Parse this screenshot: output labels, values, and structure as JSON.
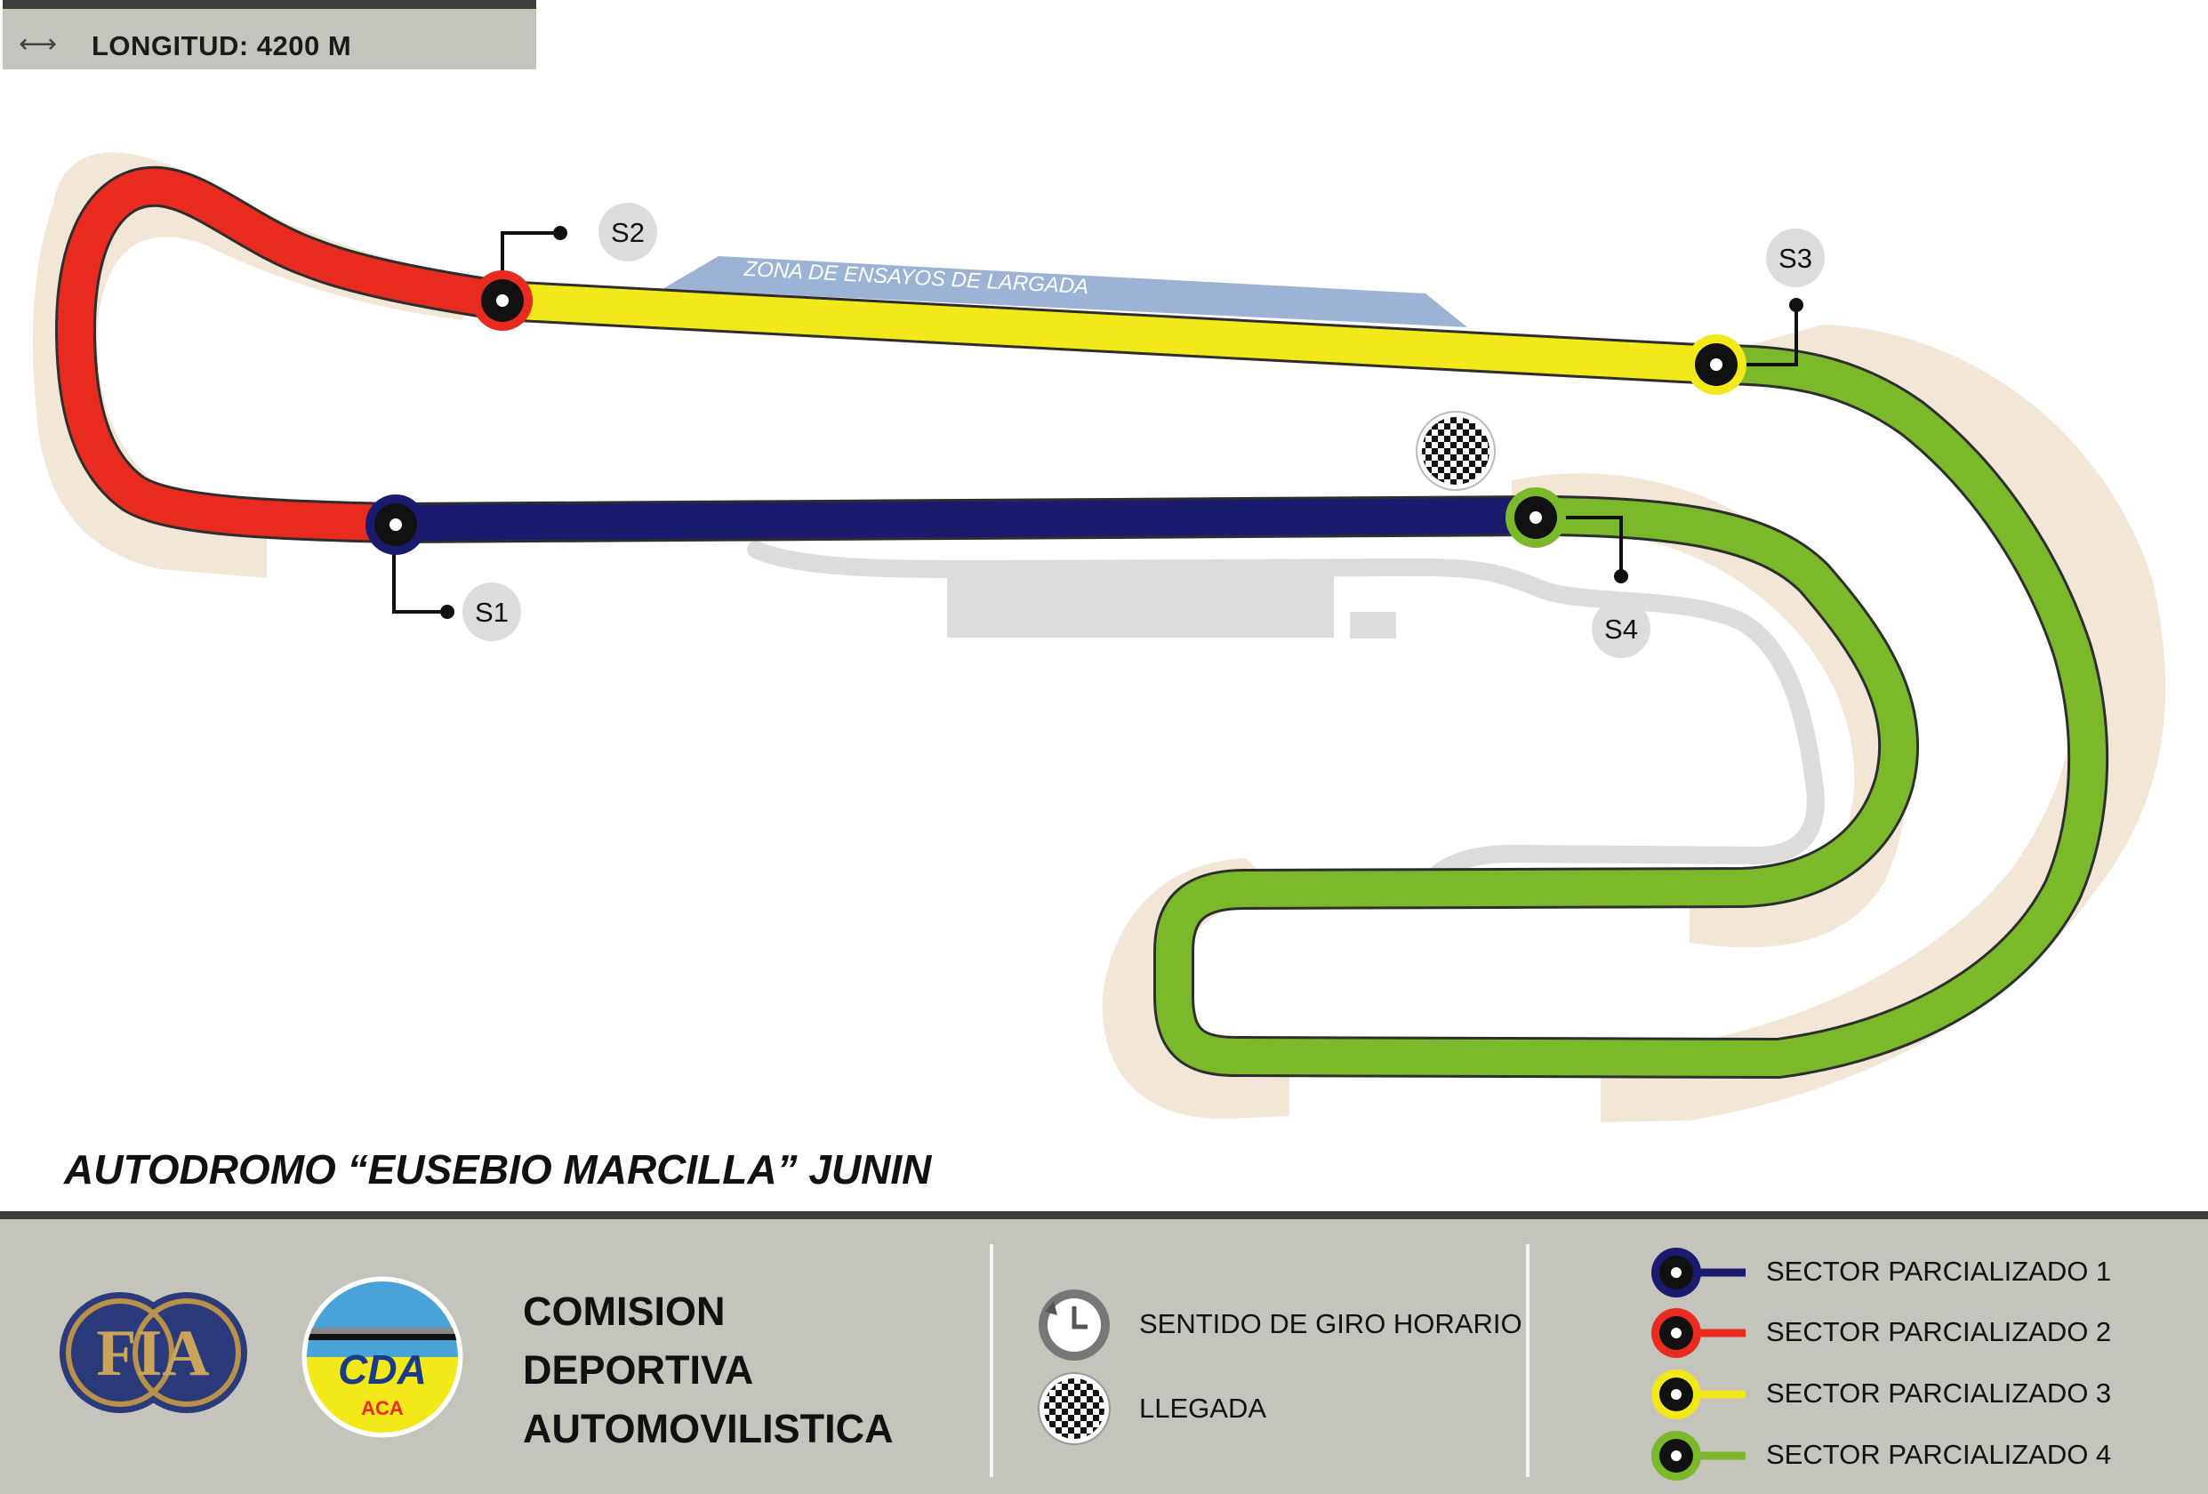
{
  "header": {
    "length_label": "LONGITUD: 4200 M"
  },
  "circuit": {
    "name": "AUTODROMO “EUSEBIO MARCILLA” JUNIN",
    "zone_label": "ZONA DE ENSAYOS DE LARGADA",
    "sectors": [
      "S1",
      "S2",
      "S3",
      "S4"
    ]
  },
  "footer": {
    "org_lines": [
      "COMISION",
      "DEPORTIVA",
      "AUTOMOVILISTICA"
    ],
    "logos": [
      "FIA",
      "CDA",
      "ACA"
    ],
    "legend": [
      {
        "icon": "clockwise-icon",
        "label": "SENTIDO DE GIRO HORARIO"
      },
      {
        "icon": "checkered-flag-icon",
        "label": "LLEGADA"
      }
    ],
    "sector_legend": [
      {
        "label": "SECTOR PARCIALIZADO 1",
        "color": "#1a1a6e"
      },
      {
        "label": "SECTOR PARCIALIZADO 2",
        "color": "#e82b1e"
      },
      {
        "label": "SECTOR PARCIALIZADO 3",
        "color": "#f3e81a"
      },
      {
        "label": "SECTOR PARCIALIZADO 4",
        "color": "#7ab929"
      }
    ]
  },
  "colors": {
    "runoff": "#f2e6d6",
    "alt_track": "#dcdcdc",
    "zone": "#9db3d6",
    "footer_bg": "#c4c4bc"
  }
}
